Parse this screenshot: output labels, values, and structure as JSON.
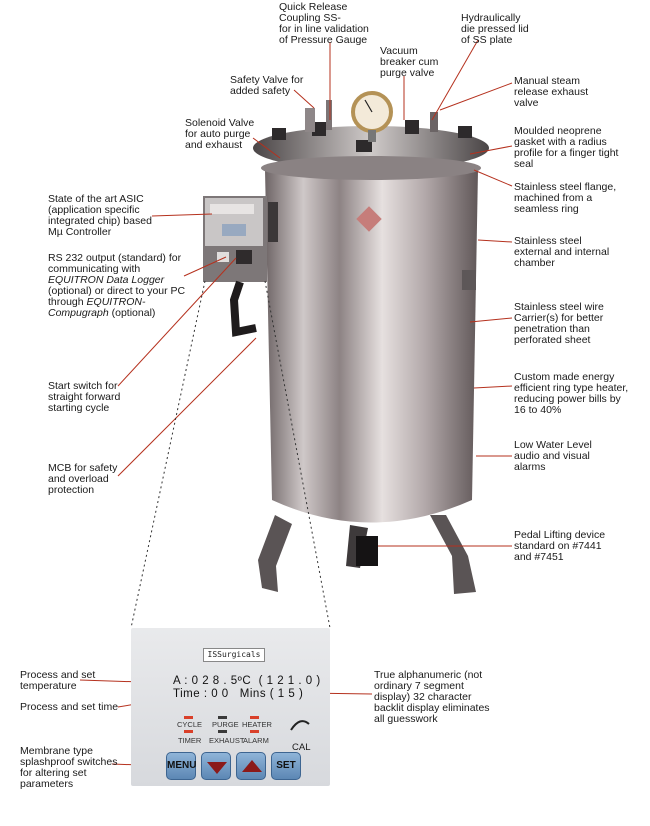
{
  "colors": {
    "leader": "#b5311e",
    "metal": "#b9b3b4",
    "panel": "#dde0e4",
    "key": "#6f98c4",
    "led_red": "#d9402a",
    "led_dark": "#3a3a3a"
  },
  "callouts": {
    "quick_release": "Quick Release\nCoupling SS-\nfor in line validation\nof Pressure Gauge",
    "hydraulic_lid": "Hydraulically\ndie pressed lid\nof SS plate",
    "vacuum_breaker": "Vacuum\nbreaker cum\npurge valve",
    "safety_valve": "Safety Valve for\nadded safety",
    "manual_steam": "Manual steam\nrelease exhaust\nvalve",
    "solenoid": "Solenoid Valve\nfor auto purge\nand exhaust",
    "gasket": "Moulded neoprene\ngasket with a radius\nprofile for a finger tight\nseal",
    "flange": "Stainless steel flange,\nmachined from a\nseamless ring",
    "asic": "State of the art ASIC\n(application specific\nintegrated chip) based\nMµ Controller",
    "chamber": "Stainless steel\nexternal and internal\nchamber",
    "rs232_line1": "RS 232 output (standard) for",
    "rs232_line2": "communicating with",
    "rs232_line3_em": "EQUITRON Data Logger",
    "rs232_line4": "(optional) or direct to your PC",
    "rs232_line5_a": "through ",
    "rs232_line5_em": "EQUITRON-",
    "rs232_line6_em": "Compugraph",
    "rs232_line6_b": " (optional)",
    "wire_carrier": "Stainless steel wire\nCarrier(s) for better\npenetration than\nperforated sheet",
    "heater": "Custom made energy\nefficient ring type heater,\nreducing power bills by\n16 to 40%",
    "start_switch": "Start switch for\nstraight forward\nstarting cycle",
    "low_water": "Low Water Level\naudio and visual\nalarms",
    "mcb": "MCB for safety\nand overload\nprotection",
    "pedal": "Pedal Lifting device\nstandard on #7441\nand #7451",
    "process_temp": "Process and set\ntemperature",
    "process_time": "Process and set time",
    "alphanumeric": "True alphanumeric (not\nordinary 7 segment\ndisplay) 32 character\nbacklit display eliminates\nall guesswork",
    "membrane": "Membrane type\nsplashproof switches\nfor altering set\nparameters"
  },
  "panel": {
    "brand": "ISSurgicals",
    "lcd_line1": "A : 0 2 8 . 5ºC  ( 1 2 1 . 0 )",
    "lcd_line2": "Time : 0 0   Mins ( 1 5 )",
    "indicators": {
      "cycle": "CYCLE",
      "purge": "PURGE",
      "heater": "HEATER",
      "timer": "TIMER",
      "exhaust": "EXHAUST",
      "alarm": "ALARM"
    },
    "cal_label": "CAL",
    "keys": {
      "menu": "MENU",
      "set": "SET"
    }
  }
}
